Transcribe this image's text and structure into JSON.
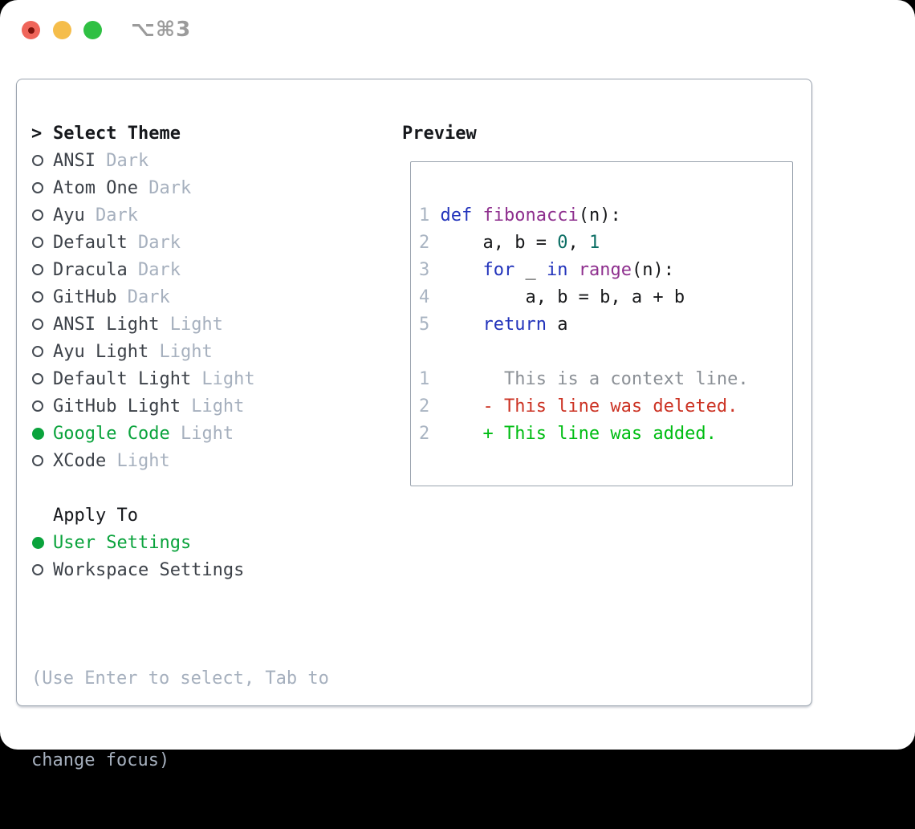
{
  "window": {
    "title": "⌥⌘3",
    "controls": [
      {
        "id": "close",
        "label": "close"
      },
      {
        "id": "minimize",
        "label": "minimize"
      },
      {
        "id": "zoom",
        "label": "zoom"
      }
    ]
  },
  "theme_picker": {
    "cursor": ">",
    "title": "Select Theme",
    "items": [
      {
        "name": "ANSI",
        "variant": "Dark",
        "selected": false
      },
      {
        "name": "Atom One",
        "variant": "Dark",
        "selected": false
      },
      {
        "name": "Ayu",
        "variant": "Dark",
        "selected": false
      },
      {
        "name": "Default",
        "variant": "Dark",
        "selected": false
      },
      {
        "name": "Dracula",
        "variant": "Dark",
        "selected": false
      },
      {
        "name": "GitHub",
        "variant": "Dark",
        "selected": false
      },
      {
        "name": "ANSI Light",
        "variant": "Light",
        "selected": false
      },
      {
        "name": "Ayu Light",
        "variant": "Light",
        "selected": false
      },
      {
        "name": "Default Light",
        "variant": "Light",
        "selected": false
      },
      {
        "name": "GitHub Light",
        "variant": "Light",
        "selected": false
      },
      {
        "name": "Google Code",
        "variant": "Light",
        "selected": true
      },
      {
        "name": "XCode",
        "variant": "Light",
        "selected": false
      }
    ],
    "apply_to": {
      "title": "Apply To",
      "options": [
        {
          "name": "User Settings",
          "selected": true
        },
        {
          "name": "Workspace Settings",
          "selected": false
        }
      ]
    },
    "hint_lines": [
      "(Use Enter to select, Tab to",
      "change focus)"
    ]
  },
  "preview": {
    "title": "Preview",
    "lines": [
      {
        "tokens": [
          [
            "ln",
            "1 "
          ],
          [
            "kw",
            "def"
          ],
          [
            "pln",
            " "
          ],
          [
            "fn",
            "fibonacci"
          ],
          [
            "pln",
            "(n):"
          ]
        ]
      },
      {
        "tokens": [
          [
            "ln",
            "2 "
          ],
          [
            "pln",
            "    a, b = "
          ],
          [
            "num",
            "0"
          ],
          [
            "pln",
            ", "
          ],
          [
            "num",
            "1"
          ]
        ]
      },
      {
        "tokens": [
          [
            "ln",
            "3 "
          ],
          [
            "pln",
            "    "
          ],
          [
            "kw",
            "for"
          ],
          [
            "pln",
            " _ "
          ],
          [
            "kw",
            "in"
          ],
          [
            "pln",
            " "
          ],
          [
            "fn",
            "range"
          ],
          [
            "pln",
            "(n):"
          ]
        ]
      },
      {
        "tokens": [
          [
            "ln",
            "4 "
          ],
          [
            "pln",
            "        a, b = b, a + b"
          ]
        ]
      },
      {
        "tokens": [
          [
            "ln",
            "5 "
          ],
          [
            "pln",
            "    "
          ],
          [
            "kw",
            "return"
          ],
          [
            "pln",
            " a"
          ]
        ]
      },
      {
        "tokens": []
      },
      {
        "tokens": [
          [
            "ln",
            "1 "
          ],
          [
            "ctx",
            "      This is a context line."
          ]
        ]
      },
      {
        "tokens": [
          [
            "ln",
            "2 "
          ],
          [
            "del",
            "    - This line was deleted."
          ]
        ]
      },
      {
        "tokens": [
          [
            "ln",
            "2 "
          ],
          [
            "add",
            "    + This line was added."
          ]
        ]
      }
    ]
  },
  "colors": {
    "selected_green": "#0aa33c",
    "keyword_blue": "#2233bb",
    "function_purple": "#8e2f8e",
    "number_teal": "#0b6e64",
    "diff_deleted_red": "#cc3324",
    "diff_added_green": "#00bd13",
    "muted_gray": "#a6b0be",
    "border_gray": "#9aa3ae",
    "traffic_red": "#ef655a",
    "traffic_yellow": "#f5bd4a",
    "traffic_green": "#2fc043"
  }
}
